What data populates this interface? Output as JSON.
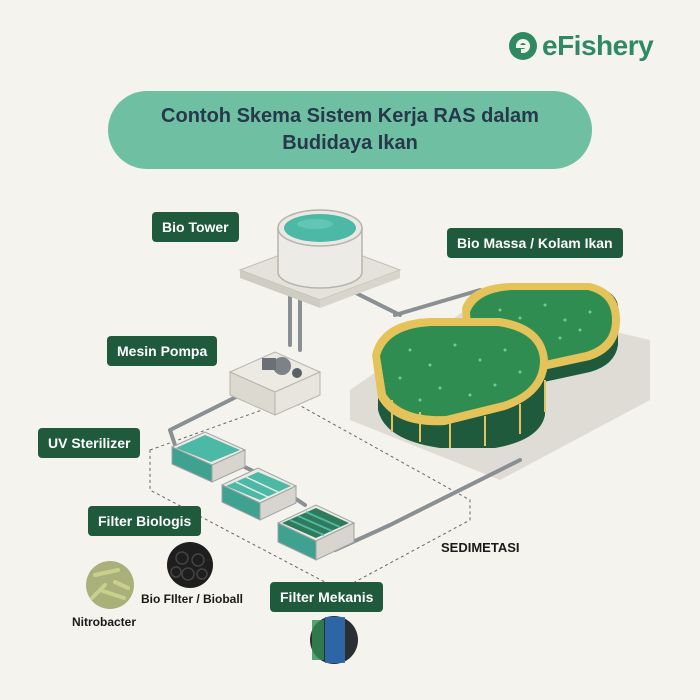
{
  "brand": {
    "name": "eFishery",
    "color": "#2f8a62"
  },
  "title": {
    "line1": "Contoh Skema Sistem Kerja RAS dalam",
    "line2": "Budidaya Ikan"
  },
  "labels": {
    "bio_tower": "Bio Tower",
    "bio_massa": "Bio Massa / Kolam Ikan",
    "mesin_pompa": "Mesin Pompa",
    "uv_sterilizer": "UV Sterilizer",
    "filter_biologis": "Filter Biologis",
    "filter_mekanis": "Filter Mekanis",
    "sedimetasi": "SEDIMETASI",
    "bio_filter": "Bio FIlter / Bioball",
    "nitrobacter": "Nitrobacter"
  },
  "colors": {
    "background": "#f4f3ee",
    "title_pill": "#6fc0a3",
    "tag_bg": "#1f5a3c",
    "pond_green": "#2f8d52",
    "pond_rim": "#e3c35a",
    "pipe": "#8a8f94",
    "water": "#4cb8a6"
  },
  "icons": [
    "efishery-logo-icon",
    "bio-tower-tank-icon",
    "pump-machine-icon",
    "fish-pond-icon",
    "uv-sterilizer-box-icon",
    "bio-filter-box-icon",
    "mechanical-filter-box-icon",
    "nitrobacter-bacteria-icon",
    "bioball-icon",
    "filter-sponge-icon"
  ]
}
